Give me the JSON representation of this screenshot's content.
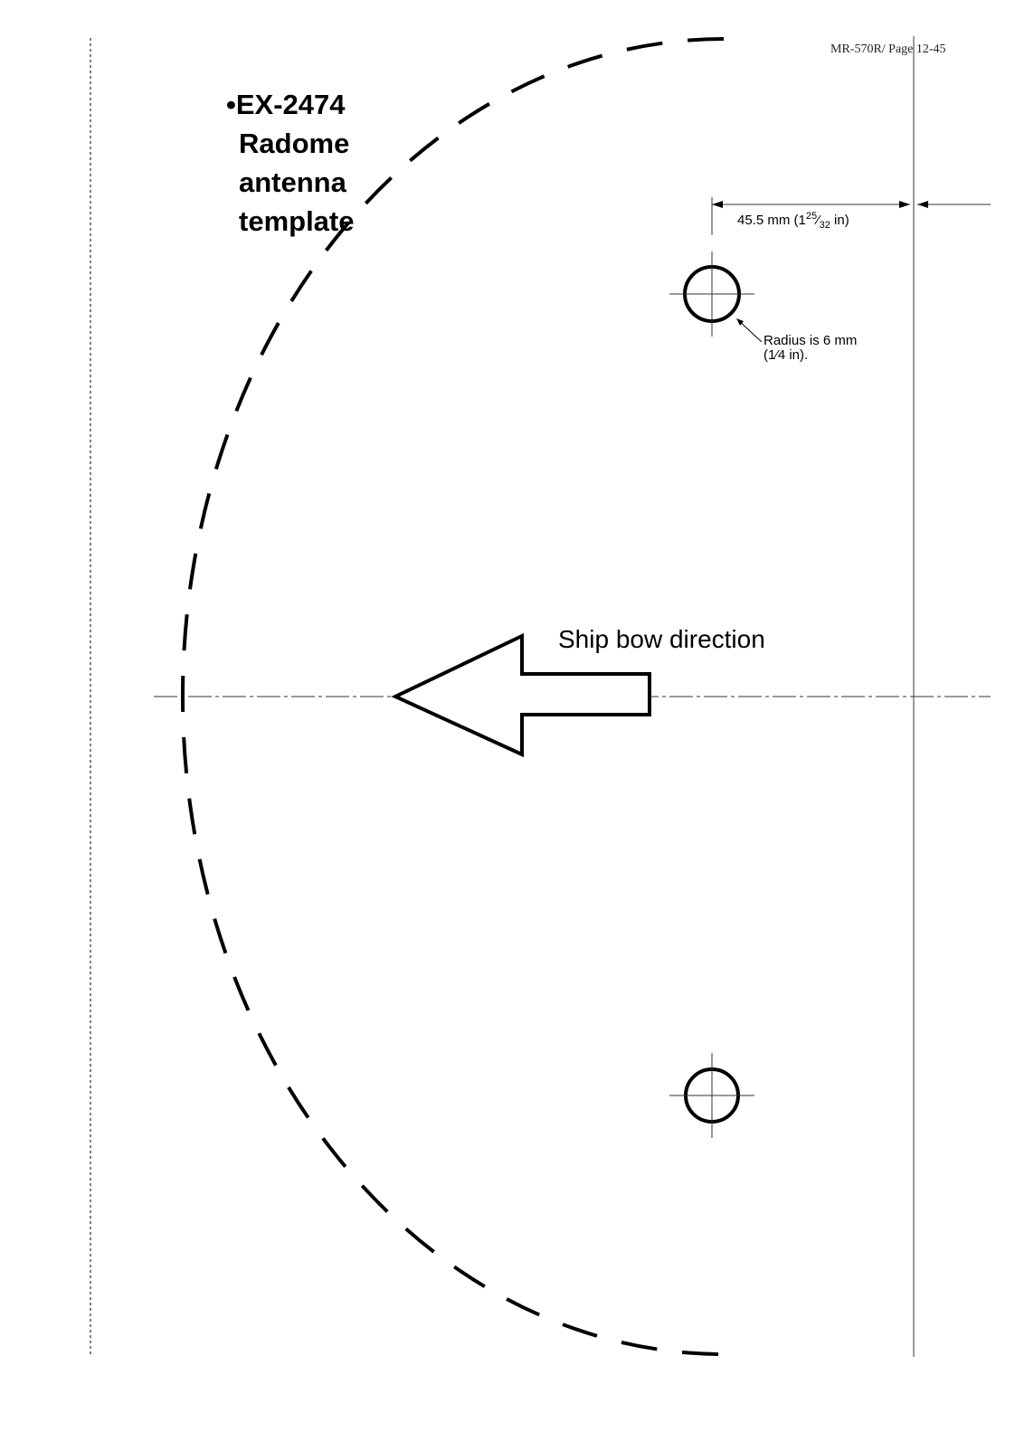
{
  "header": {
    "page_ref": "MR-570R/ Page 12-45"
  },
  "title": {
    "line1": "•EX-2474",
    "line2": "Radome",
    "line3": "antenna",
    "line4": "template"
  },
  "dimension": {
    "metric": "45.5 mm (1",
    "fraction_num": "25",
    "fraction_sep": "⁄",
    "fraction_den": "32",
    "unit_suffix": " in)"
  },
  "radius_note": {
    "line1": "Radius is 6 mm",
    "line2": "(1⁄4 in)."
  },
  "bow_direction": {
    "label": "Ship bow direction"
  },
  "colors": {
    "ink": "#000000",
    "thin_line": "#333333"
  }
}
